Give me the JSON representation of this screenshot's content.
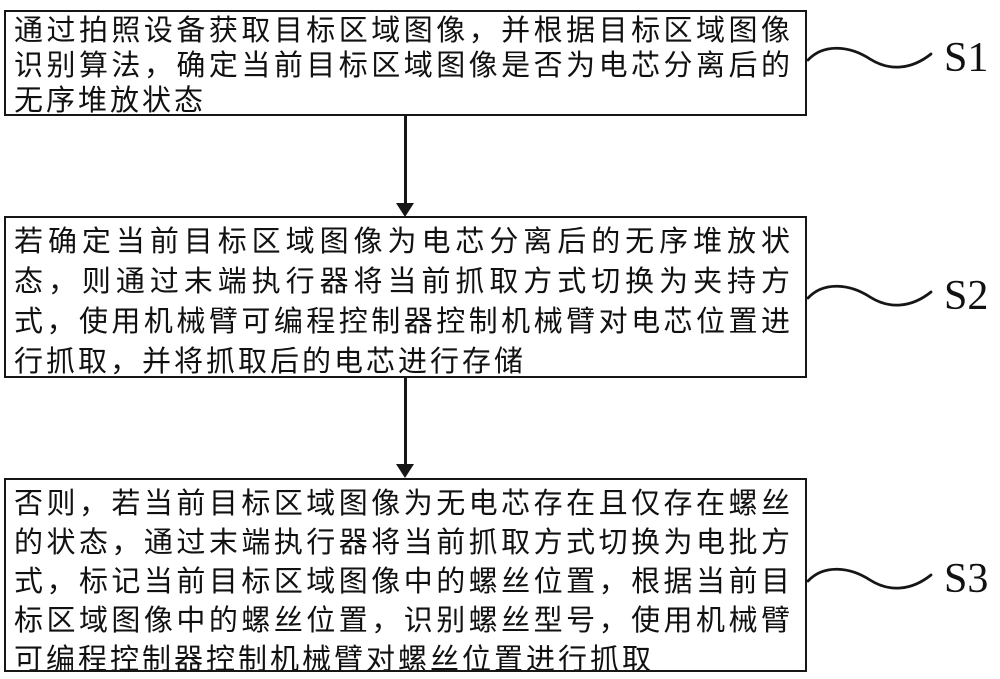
{
  "figure": {
    "type": "flowchart",
    "background_color": "#ffffff",
    "line_color": "#161616",
    "text_color": "#111111",
    "steps": [
      {
        "label": "S1",
        "text": "通过拍照设备获取目标区域图像，并根据目标区域图像识别算法，确定当前目标区域图像是否为电芯分离后的无序堆放状态"
      },
      {
        "label": "S2",
        "text": "若确定当前目标区域图像为电芯分离后的无序堆放状态，则通过末端执行器将当前抓取方式切换为夹持方式，使用机械臂可编程控制器控制机械臂对电芯位置进行抓取，并将抓取后的电芯进行存储"
      },
      {
        "label": "S3",
        "text": "否则，若当前目标区域图像为无电芯存在且仅存在螺丝的状态，通过末端执行器将当前抓取方式切换为电批方式，标记当前目标区域图像中的螺丝位置，根据当前目标区域图像中的螺丝位置，识别螺丝型号，使用机械臂可编程控制器控制机械臂对螺丝位置进行抓取"
      }
    ],
    "connectors": {
      "arrow_style": "solid-vertical-with-filled-head",
      "wave_style": "tilde-curve"
    }
  }
}
